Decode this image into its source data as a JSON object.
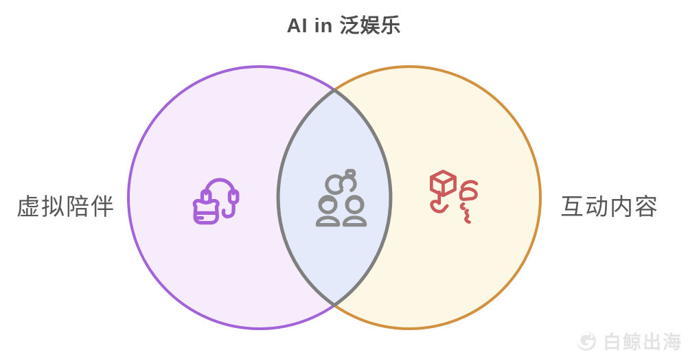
{
  "title": "AI in 泛娱乐",
  "title_color": "#4d4d4d",
  "background": "#ffffff",
  "label_color": "#565656",
  "venn": {
    "left_circle": {
      "label": "虚拟陪伴",
      "fill": "#f6ecfc",
      "stroke": "#a363d8",
      "icon": "vr-headset-headphones-icon",
      "icon_color": "#a862d8"
    },
    "right_circle": {
      "label": "互动内容",
      "fill": "#fdf8e6",
      "stroke": "#d2913f",
      "icon": "3d-cube-interaction-icon",
      "icon_color": "#cd5a5a"
    },
    "overlap": {
      "fill": "#e4eaf9",
      "stroke": "#7f7f7f",
      "icon": "people-connection-icon",
      "icon_color": "#8b8b8b"
    }
  },
  "watermark": {
    "text": "白鲸出海",
    "color": "#e3e3e3",
    "logo": "whale-logo-icon"
  }
}
